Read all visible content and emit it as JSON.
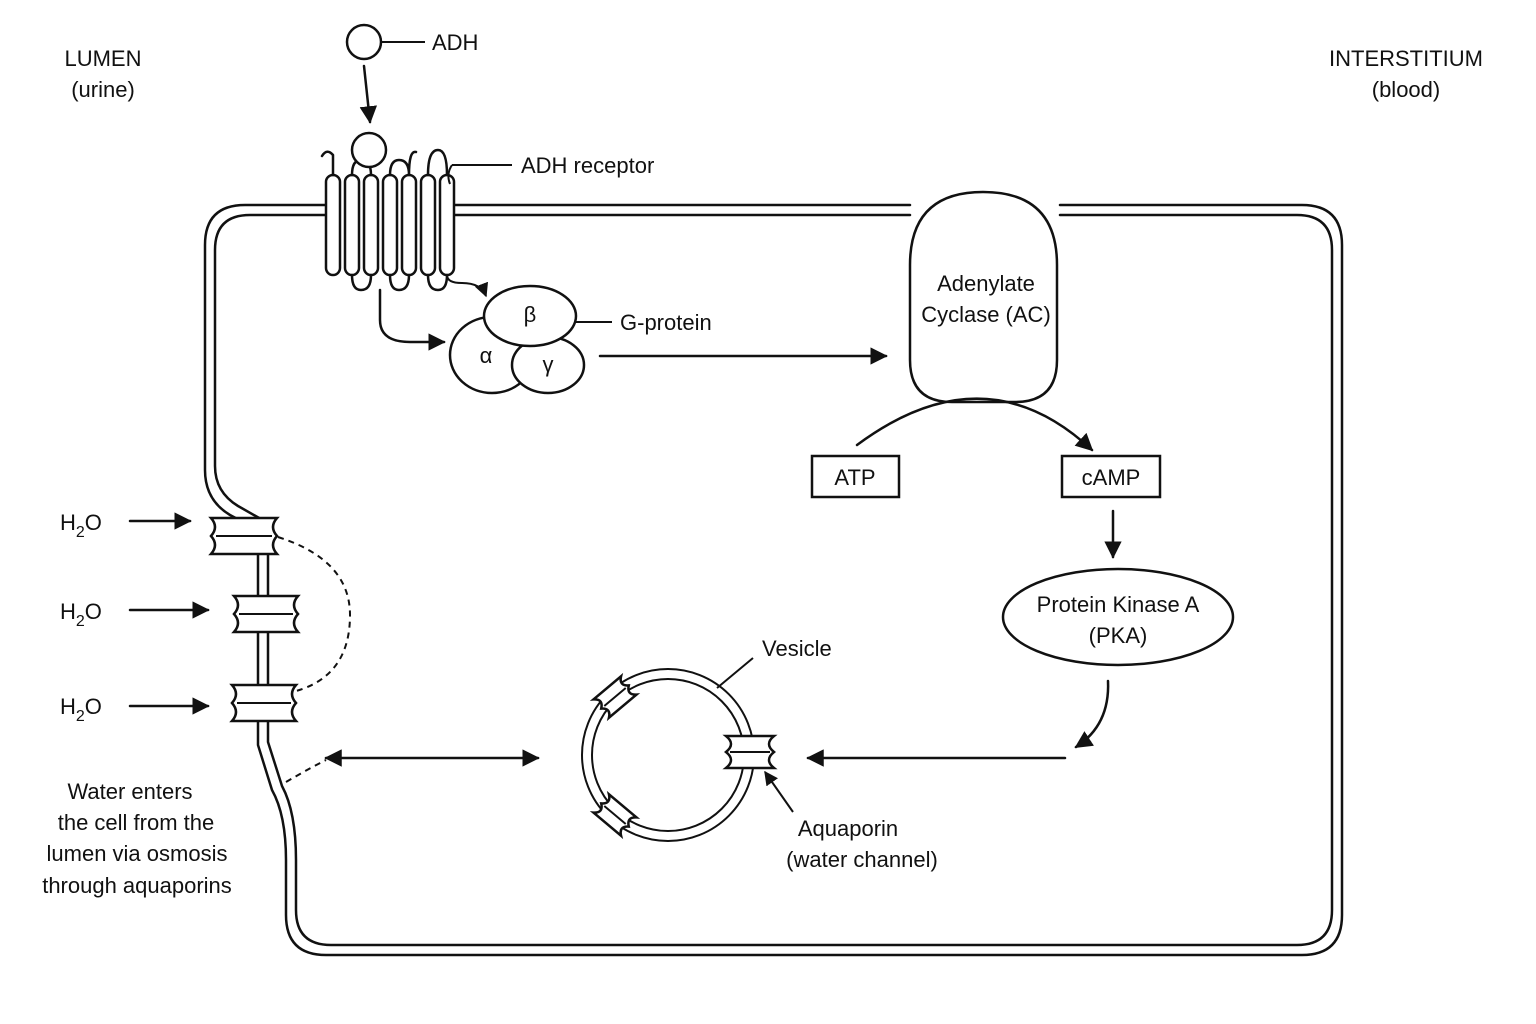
{
  "labels": {
    "lumen": [
      "LUMEN",
      "(urine)"
    ],
    "interstitium": [
      "INTERSTITIUM",
      "(blood)"
    ],
    "adh": "ADH",
    "adh_receptor": "ADH receptor",
    "g_protein": "G-protein",
    "alpha": "α",
    "beta": "β",
    "gamma": "γ",
    "adenylate_cyclase": [
      "Adenylate",
      "Cyclase (AC)"
    ],
    "atp": "ATP",
    "camp": "cAMP",
    "pka": [
      "Protein Kinase A",
      "(PKA)"
    ],
    "vesicle": "Vesicle",
    "aquaporin": [
      "Aquaporin",
      "(water channel)"
    ],
    "water": {
      "base": "H",
      "sub": "2",
      "tail": "O"
    },
    "water_note": [
      "Water enters",
      "the cell from the",
      "lumen via osmosis",
      "through aquaporins"
    ]
  }
}
